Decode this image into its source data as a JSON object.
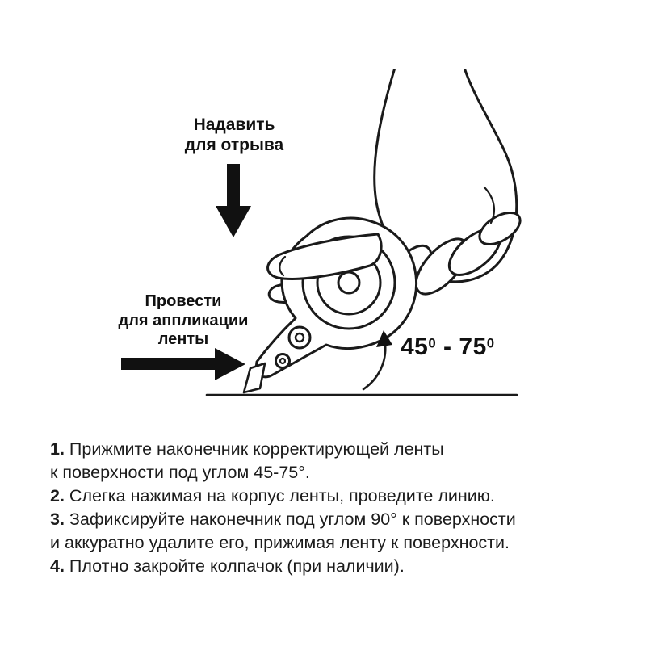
{
  "diagram": {
    "press_label": "Надавить\nдля отрыва",
    "swipe_label": "Провести\nдля аппликации\nленты",
    "angle": {
      "value1": "45",
      "sup1": "0",
      "separator": " - ",
      "value2": "75",
      "sup2": "0"
    }
  },
  "instructions": {
    "items": [
      {
        "num": "1.",
        "text": "Прижмите наконечник корректирующей ленты\nк поверхности под углом 45-75°."
      },
      {
        "num": "2.",
        "text": "Слегка нажимая на корпус ленты, проведите линию."
      },
      {
        "num": "3.",
        "text": "Зафиксируйте наконечник под углом 90° к поверхности\nи аккуратно удалите его, прижимая ленту к поверхности."
      },
      {
        "num": "4.",
        "text": "Плотно закройте колпачок (при наличии)."
      }
    ]
  },
  "colors": {
    "ink": "#1a1a1a",
    "arrow": "#111111",
    "background": "#ffffff"
  }
}
